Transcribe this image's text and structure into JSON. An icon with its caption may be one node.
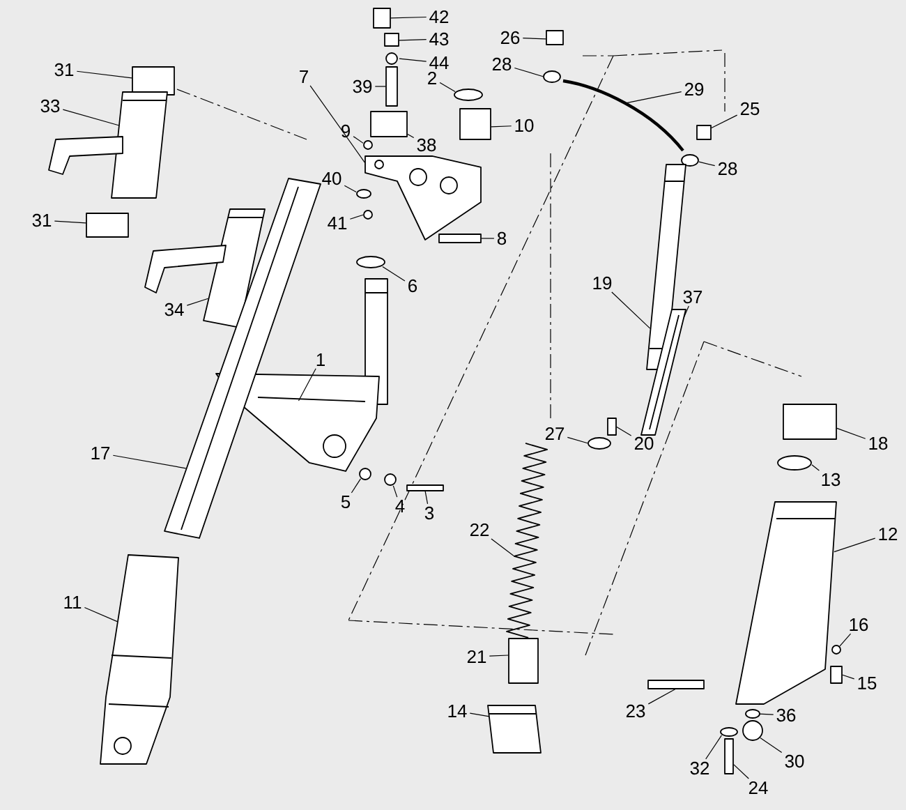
{
  "diagram": {
    "nodes": [
      {
        "text": [
          "42"
        ]
      },
      {
        "text": [
          "43"
        ]
      },
      {
        "text": [
          "39"
        ]
      },
      {
        "text": [
          "44"
        ]
      },
      {
        "text": [
          "26"
        ]
      },
      {
        "text": [
          "28"
        ]
      },
      {
        "text": [
          "31"
        ]
      },
      {
        "text": [
          "7"
        ]
      },
      {
        "text": [
          "2"
        ]
      },
      {
        "text": [
          "29"
        ]
      },
      {
        "text": [
          "25"
        ]
      },
      {
        "text": [
          "33"
        ]
      },
      {
        "text": [
          "9"
        ]
      },
      {
        "text": [
          "38"
        ]
      },
      {
        "text": [
          "10"
        ]
      },
      {
        "text": [
          "28"
        ]
      },
      {
        "text": [
          "40"
        ]
      },
      {
        "text": [
          "8"
        ]
      },
      {
        "text": [
          "31"
        ]
      },
      {
        "text": [
          "41"
        ]
      },
      {
        "text": [
          "6"
        ]
      },
      {
        "text": [
          "34"
        ]
      },
      {
        "text": [
          "19"
        ]
      },
      {
        "text": [
          "37"
        ]
      },
      {
        "text": [
          "1"
        ]
      },
      {
        "text": [
          "17"
        ]
      },
      {
        "text": [
          "27"
        ]
      },
      {
        "text": [
          "20"
        ]
      },
      {
        "text": [
          "18"
        ]
      },
      {
        "text": [
          "13"
        ]
      },
      {
        "text": [
          "5"
        ]
      },
      {
        "text": [
          "4"
        ]
      },
      {
        "text": [
          "3"
        ]
      },
      {
        "text": [
          "12"
        ]
      },
      {
        "text": [
          "22"
        ]
      },
      {
        "text": [
          "11"
        ]
      },
      {
        "text": [
          "21"
        ]
      },
      {
        "text": [
          "16"
        ]
      },
      {
        "text": [
          "15"
        ]
      },
      {
        "text": [
          "14"
        ]
      },
      {
        "text": [
          "23"
        ]
      },
      {
        "text": [
          "36"
        ]
      },
      {
        "text": [
          "30"
        ]
      },
      {
        "text": [
          "32"
        ]
      },
      {
        "text": [
          "24"
        ]
      },
      {
        "text": [],
        "shape": "box"
      },
      {
        "text": [],
        "shape": "box"
      },
      {
        "text": [],
        "shape": "box"
      },
      {
        "text": [],
        "shape": "circle"
      },
      {
        "text": [],
        "shape": "box"
      },
      {
        "text": [],
        "shape": "circle"
      },
      {
        "text": [],
        "shape": "box"
      },
      {
        "text": [],
        "shape": "picture"
      },
      {
        "text": [],
        "shape": "circle"
      },
      {
        "text": [],
        "shape": "picture"
      },
      {
        "text": [],
        "shape": "box"
      },
      {
        "text": [],
        "shape": "picture"
      },
      {
        "text": [],
        "shape": "circle"
      },
      {
        "text": [],
        "shape": "box"
      },
      {
        "text": [],
        "shape": "box"
      },
      {
        "text": [],
        "shape": "circle"
      },
      {
        "text": [],
        "shape": "circle"
      },
      {
        "text": [],
        "shape": "box"
      },
      {
        "text": [],
        "shape": "box"
      },
      {
        "text": [],
        "shape": "circle"
      },
      {
        "text": [],
        "shape": "picture"
      },
      {
        "text": [],
        "shape": "picture"
      },
      {
        "text": [],
        "shape": "picture"
      },
      {
        "text": [],
        "shape": "picture"
      },
      {
        "text": [],
        "shape": "picture"
      },
      {
        "text": [],
        "shape": "picture"
      },
      {
        "text": [],
        "shape": "circle"
      },
      {
        "text": [],
        "shape": "box"
      },
      {
        "text": [],
        "shape": "box"
      },
      {
        "text": [],
        "shape": "circle"
      },
      {
        "text": [],
        "shape": "circle"
      },
      {
        "text": [],
        "shape": "circle"
      },
      {
        "text": [],
        "shape": "box"
      },
      {
        "text": [],
        "shape": "picture"
      },
      {
        "text": [],
        "shape": "picture"
      },
      {
        "text": [],
        "shape": "picture"
      },
      {
        "text": [],
        "shape": "box"
      },
      {
        "text": [],
        "shape": "circle"
      },
      {
        "text": [],
        "shape": "box"
      },
      {
        "text": [],
        "shape": "picture"
      },
      {
        "text": [],
        "shape": "box"
      },
      {
        "text": [],
        "shape": "circle"
      },
      {
        "text": [],
        "shape": "circle"
      },
      {
        "text": [],
        "shape": "circle"
      },
      {
        "text": [],
        "shape": "box"
      }
    ],
    "edges": [
      {
        "from": 0,
        "to": 45,
        "arrow": "none"
      },
      {
        "from": 1,
        "to": 46,
        "arrow": "none"
      },
      {
        "from": 2,
        "to": 47,
        "arrow": "none"
      },
      {
        "from": 3,
        "to": 48,
        "arrow": "none"
      },
      {
        "from": 4,
        "to": 49,
        "arrow": "none"
      },
      {
        "from": 5,
        "to": 50,
        "arrow": "none"
      },
      {
        "from": 6,
        "to": 51,
        "arrow": "none"
      },
      {
        "from": 7,
        "to": 52,
        "arrow": "none"
      },
      {
        "from": 8,
        "to": 53,
        "arrow": "none"
      },
      {
        "from": 9,
        "to": 54,
        "arrow": "none"
      },
      {
        "from": 10,
        "to": 55,
        "arrow": "none"
      },
      {
        "from": 11,
        "to": 56,
        "arrow": "none"
      },
      {
        "from": 12,
        "to": 57,
        "arrow": "none"
      },
      {
        "from": 13,
        "to": 58,
        "arrow": "none"
      },
      {
        "from": 14,
        "to": 59,
        "arrow": "none"
      },
      {
        "from": 15,
        "to": 60,
        "arrow": "none"
      },
      {
        "from": 16,
        "to": 61,
        "arrow": "none"
      },
      {
        "from": 17,
        "to": 62,
        "arrow": "none"
      },
      {
        "from": 18,
        "to": 63,
        "arrow": "none"
      },
      {
        "from": 19,
        "to": 64,
        "arrow": "none"
      },
      {
        "from": 20,
        "to": 65,
        "arrow": "none"
      },
      {
        "from": 21,
        "to": 66,
        "arrow": "none"
      },
      {
        "from": 22,
        "to": 67,
        "arrow": "none"
      },
      {
        "from": 23,
        "to": 68,
        "arrow": "none"
      },
      {
        "from": 24,
        "to": 69,
        "arrow": "none"
      },
      {
        "from": 25,
        "to": 70,
        "arrow": "none"
      },
      {
        "from": 26,
        "to": 71,
        "arrow": "none"
      },
      {
        "from": 27,
        "to": 72,
        "arrow": "none"
      },
      {
        "from": 28,
        "to": 73,
        "arrow": "none"
      },
      {
        "from": 29,
        "to": 74,
        "arrow": "none"
      },
      {
        "from": 30,
        "to": 75,
        "arrow": "none"
      },
      {
        "from": 31,
        "to": 76,
        "arrow": "none"
      },
      {
        "from": 32,
        "to": 77,
        "arrow": "none"
      },
      {
        "from": 33,
        "to": 78,
        "arrow": "none"
      },
      {
        "from": 34,
        "to": 79,
        "arrow": "none"
      },
      {
        "from": 35,
        "to": 80,
        "arrow": "none"
      },
      {
        "from": 36,
        "to": 81,
        "arrow": "none"
      },
      {
        "from": 37,
        "to": 82,
        "arrow": "none"
      },
      {
        "from": 38,
        "to": 83,
        "arrow": "none"
      },
      {
        "from": 39,
        "to": 84,
        "arrow": "none"
      },
      {
        "from": 40,
        "to": 85,
        "arrow": "none"
      },
      {
        "from": 41,
        "to": 86,
        "arrow": "none"
      },
      {
        "from": 42,
        "to": 87,
        "arrow": "none"
      },
      {
        "from": 43,
        "to": 88,
        "arrow": "none"
      },
      {
        "from": 44,
        "to": 89,
        "arrow": "none"
      }
    ]
  }
}
